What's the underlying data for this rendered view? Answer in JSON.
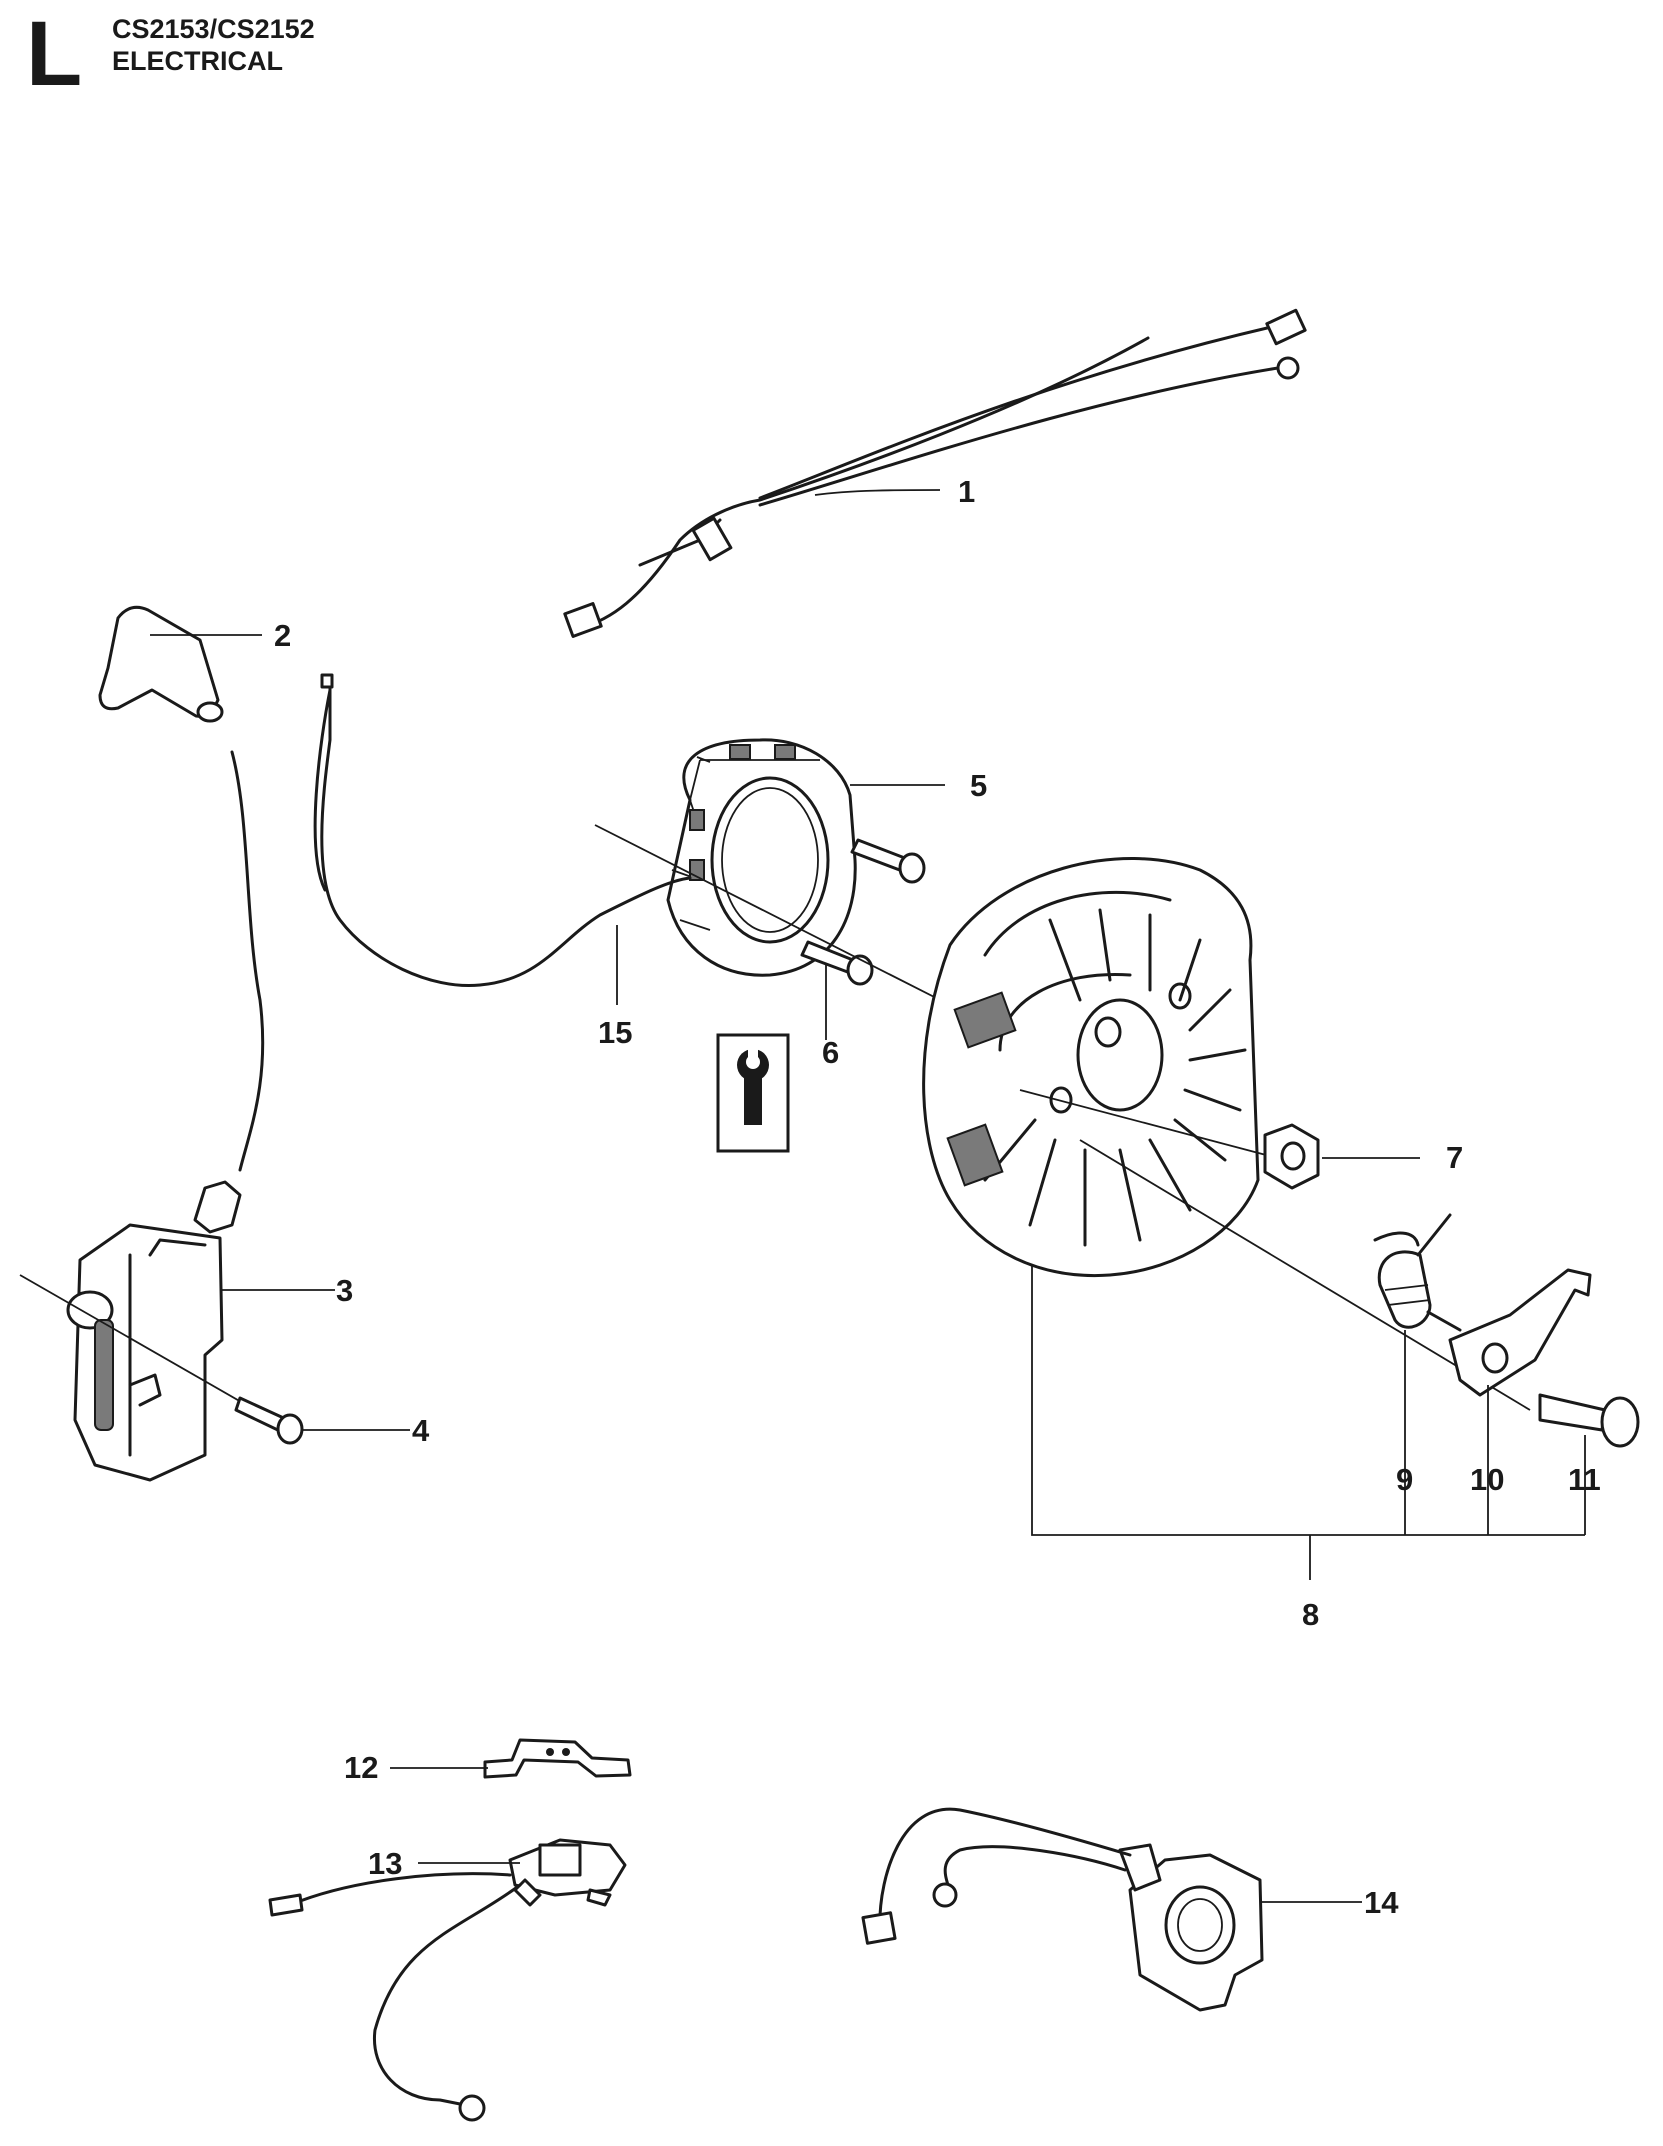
{
  "header": {
    "section_letter": "L",
    "model": "CS2153/CS2152",
    "section_name": "ELECTRICAL"
  },
  "callouts": [
    "1",
    "2",
    "3",
    "4",
    "5",
    "6",
    "7",
    "8",
    "9",
    "10",
    "11",
    "12",
    "13",
    "14",
    "15"
  ],
  "icons": {
    "tool_note": "wrench-icon"
  }
}
